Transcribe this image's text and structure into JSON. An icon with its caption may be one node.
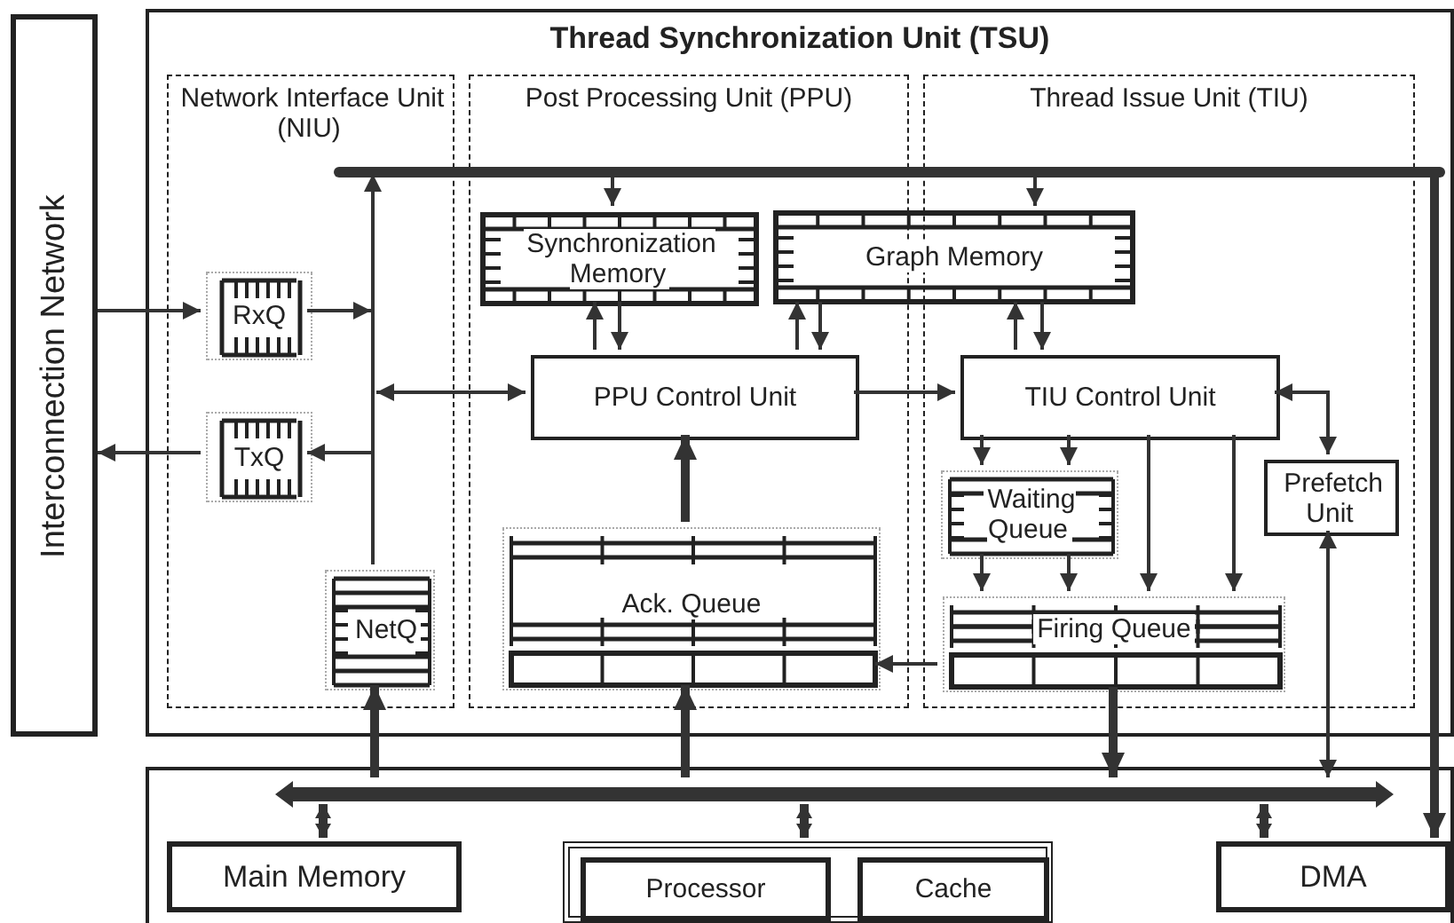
{
  "diagram": {
    "nodes": [
      {
        "text": [
          "Interconnection Network"
        ]
      },
      {
        "text": [
          "Thread Synchronization Unit (TSU)"
        ]
      },
      {
        "text": [
          "Network Interface Unit (NIU)"
        ],
        "in": 1
      },
      {
        "text": [
          "Post Processing Unit (PPU)"
        ],
        "in": 1
      },
      {
        "text": [
          "Thread Issue Unit (TIU)"
        ],
        "in": 1
      },
      {
        "text": [
          "RxQ"
        ],
        "in": 2
      },
      {
        "text": [
          "TxQ"
        ],
        "in": 2
      },
      {
        "text": [
          "NetQ"
        ],
        "in": 2
      },
      {
        "text": [
          "Synchronization Memory"
        ],
        "in": 3
      },
      {
        "text": [
          "Graph Memory"
        ],
        "in": 1
      },
      {
        "text": [
          "PPU Control Unit"
        ],
        "in": 3
      },
      {
        "text": [
          "Ack. Queue"
        ],
        "in": 3
      },
      {
        "text": [
          "TIU Control Unit"
        ],
        "in": 4
      },
      {
        "text": [
          "Waiting Queue"
        ],
        "in": 4
      },
      {
        "text": [
          "Prefetch Unit"
        ],
        "in": 4
      },
      {
        "text": [
          "Firing Queue"
        ],
        "in": 4
      },
      {
        "text": [],
        "shape": "box"
      },
      {
        "text": [
          "Main Memory"
        ],
        "in": 16
      },
      {
        "text": [],
        "shape": "box",
        "in": 16
      },
      {
        "text": [
          "Processor"
        ],
        "in": 18
      },
      {
        "text": [
          "Cache"
        ],
        "in": 18
      },
      {
        "text": [
          "DMA"
        ],
        "in": 16
      },
      {
        "text": [],
        "shape": "bar",
        "in": 1
      },
      {
        "text": [],
        "shape": "bar",
        "in": 16
      }
    ],
    "edges": [
      {
        "from": 0,
        "to": 5,
        "arrow": "to"
      },
      {
        "from": 5,
        "to": null,
        "arrow": "to"
      },
      {
        "from": null,
        "to": 6,
        "arrow": "to"
      },
      {
        "from": 6,
        "to": 0,
        "arrow": "to"
      },
      {
        "from": 10,
        "to": null,
        "arrow": "both"
      },
      {
        "from": 7,
        "to": 22,
        "arrow": "to"
      },
      {
        "from": 22,
        "to": 8,
        "arrow": "to"
      },
      {
        "from": 10,
        "to": 8,
        "arrow": "to"
      },
      {
        "from": 8,
        "to": 10,
        "arrow": "to"
      },
      {
        "from": 22,
        "to": 9,
        "arrow": "to"
      },
      {
        "from": 10,
        "to": 9,
        "arrow": "to"
      },
      {
        "from": 9,
        "to": 10,
        "arrow": "to"
      },
      {
        "from": 12,
        "to": 9,
        "arrow": "to"
      },
      {
        "from": 9,
        "to": 12,
        "arrow": "to"
      },
      {
        "from": 10,
        "to": 12,
        "arrow": "to"
      },
      {
        "from": 11,
        "to": 10,
        "arrow": "to",
        "style": "thick"
      },
      {
        "from": 12,
        "to": 13,
        "arrow": "to"
      },
      {
        "from": 12,
        "to": 13,
        "arrow": "to"
      },
      {
        "from": 12,
        "to": 15,
        "arrow": "to"
      },
      {
        "from": 12,
        "to": 15,
        "arrow": "to"
      },
      {
        "from": 13,
        "to": 15,
        "arrow": "to"
      },
      {
        "from": 13,
        "to": 15,
        "arrow": "to"
      },
      {
        "from": 12,
        "to": 14,
        "arrow": "both"
      },
      {
        "from": 15,
        "to": 11,
        "arrow": "to"
      },
      {
        "from": 15,
        "to": 23,
        "arrow": "to",
        "style": "thick"
      },
      {
        "from": 14,
        "to": 23,
        "arrow": "both"
      },
      {
        "from": 23,
        "to": 7,
        "arrow": "to",
        "style": "thick"
      },
      {
        "from": 23,
        "to": 11,
        "arrow": "to",
        "style": "thick"
      },
      {
        "from": 22,
        "to": 21,
        "arrow": "to",
        "style": "thick"
      },
      {
        "from": 23,
        "to": 17,
        "arrow": "both",
        "style": "thick"
      },
      {
        "from": 23,
        "to": 18,
        "arrow": "both",
        "style": "thick"
      },
      {
        "from": 23,
        "to": 21,
        "arrow": "both",
        "style": "thick"
      }
    ]
  }
}
